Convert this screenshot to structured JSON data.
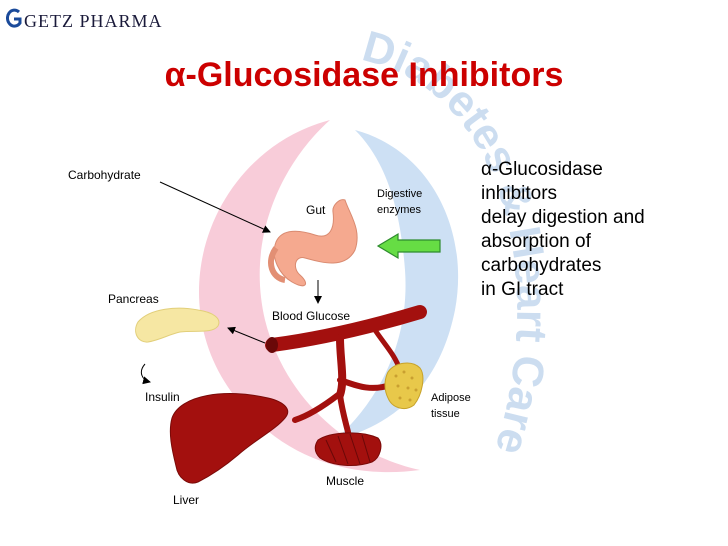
{
  "logo": {
    "text": "GETZ PHARMA"
  },
  "title": "α-Glucosidase Inhibitors",
  "watermark": {
    "text": "Diabetes & Heart Care"
  },
  "labels": {
    "carbohydrate": "Carbohydrate",
    "gut": "Gut",
    "digestive_enzymes_1": "Digestive",
    "digestive_enzymes_2": "enzymes",
    "pancreas": "Pancreas",
    "blood_glucose": "Blood Glucose",
    "insulin": "Insulin",
    "adipose_1": "Adipose",
    "adipose_2": "tissue",
    "muscle": "Muscle",
    "liver": "Liver"
  },
  "side_text": [
    "α-Glucosidase",
    "inhibitors",
    "delay digestion and",
    "absorption of",
    "carbohydrates",
    "in GI tract"
  ],
  "colors": {
    "title": "#cc0000",
    "pink_ring": "#f7c8d6",
    "blue_ring": "#c9ddf2",
    "organ_red": "#a3100e",
    "gut_pink": "#f5a98f",
    "pancreas_yellow": "#f6e7a3",
    "adipose_yellow": "#e8c84a",
    "arrow_green": "#66dd44"
  }
}
